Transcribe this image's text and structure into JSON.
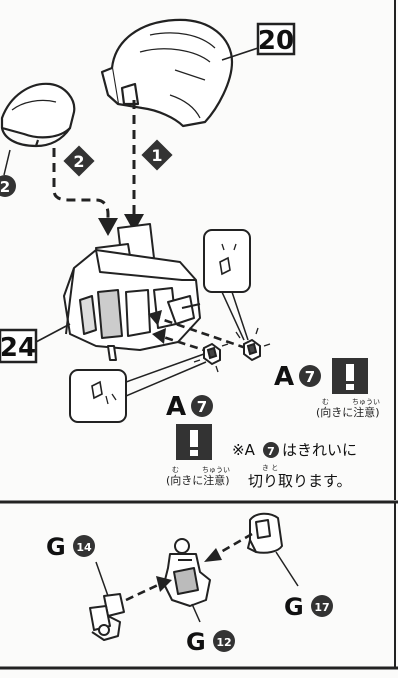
{
  "steps": {
    "main": {
      "labels": {
        "part_20": "20",
        "part_24": "24",
        "arrow_1": "1",
        "arrow_2": "2",
        "left_circle": "2"
      },
      "parts": {
        "right_letter": "A",
        "right_num": "7",
        "right_note_ruby": "む",
        "right_note_ruby2": "ちゅうい",
        "right_note": "(向きに注意)",
        "left_letter": "A",
        "left_num": "7",
        "left_note_ruby": "む",
        "left_note_ruby2": "ちゅうい",
        "left_note": "(向きに注意)",
        "remark_line1_prefix": "※A",
        "remark_line1_num": "7",
        "remark_line1_suffix": "はきれいに",
        "remark_line2_ruby": "き  と",
        "remark_line2": "切り取ります。"
      }
    },
    "sub": {
      "parts": {
        "g14_letter": "G",
        "g14_num": "14",
        "g12_letter": "G",
        "g12_num": "12",
        "g17_letter": "G",
        "g17_num": "17"
      }
    }
  },
  "colors": {
    "line": "#222222",
    "badge": "#333333",
    "badge_text": "#ffffff"
  }
}
